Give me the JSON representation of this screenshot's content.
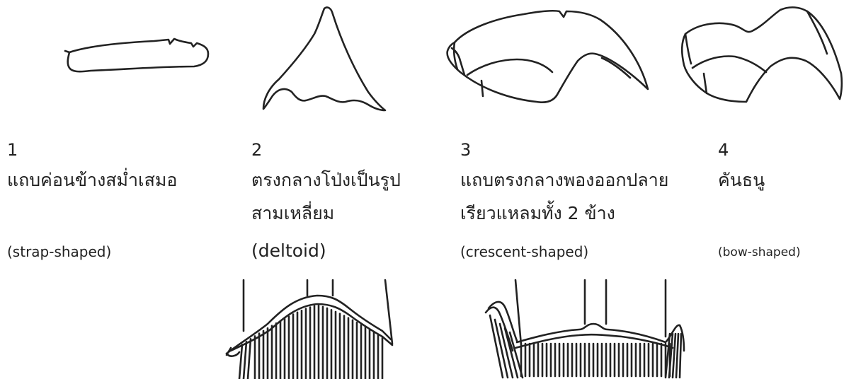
{
  "items": [
    {
      "number": "1",
      "thai": "แถบค่อนข้างสม่ำเสมอ",
      "english": "(strap-shaped)"
    },
    {
      "number": "2",
      "thai_line1": "ตรงกลางโป่งเป็นรูป",
      "thai_line2": "สามเหลี่ยม",
      "english": "(deltoid)"
    },
    {
      "number": "3",
      "thai_line1": "แถบตรงกลางพองออกปลาย",
      "thai_line2": "เรียวแหลมทั้ง 2 ข้าง",
      "english": "(crescent-shaped)"
    },
    {
      "number": "4",
      "thai": "คันธนู",
      "english": "(bow-shaped)"
    }
  ]
}
